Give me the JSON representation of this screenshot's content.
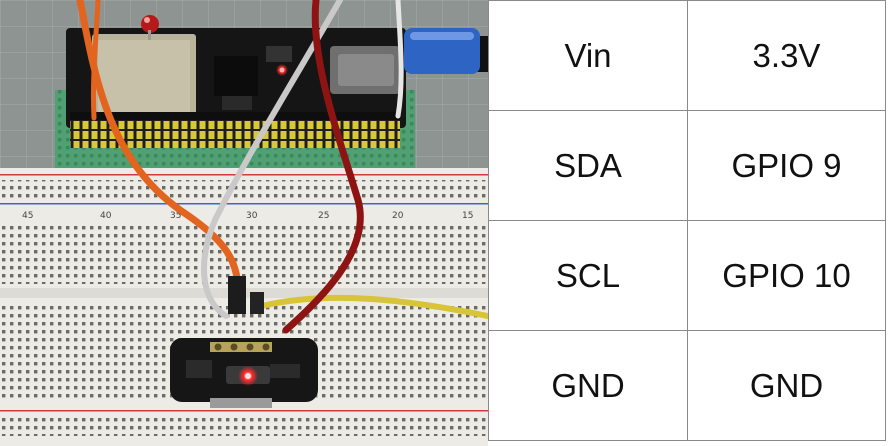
{
  "pin_table": {
    "rows": [
      {
        "sensor_pin": "Vin",
        "board_pin": "3.3V"
      },
      {
        "sensor_pin": "SDA",
        "board_pin": "GPIO 9"
      },
      {
        "sensor_pin": "SCL",
        "board_pin": "GPIO 10"
      },
      {
        "sensor_pin": "GND",
        "board_pin": "GND"
      }
    ]
  },
  "breadboard": {
    "column_numbers": [
      "45",
      "40",
      "35",
      "30",
      "25",
      "20",
      "15"
    ]
  },
  "colors": {
    "wire_orange": "#e2641e",
    "wire_gray": "#c9c9c9",
    "wire_red": "#8e1414",
    "wire_yellow": "#d8c437",
    "board_black": "#1a1a1a",
    "breadboard": "#ecebe6",
    "cutting_mat": "#8c9290",
    "sensor_led": "#ff2a2a",
    "usb_blue": "#2e64c4"
  }
}
